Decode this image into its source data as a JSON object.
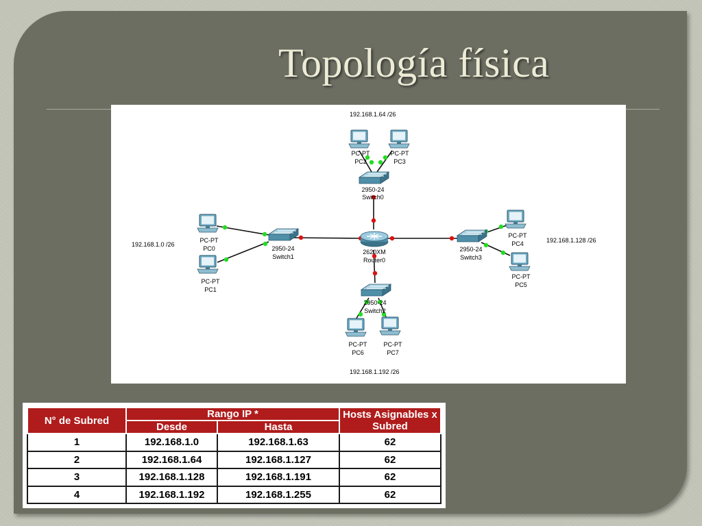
{
  "slide": {
    "title": "Topología física"
  },
  "topology": {
    "subnet_labels": {
      "top": "192.168.1.64  /26",
      "left": "192.168.1.0  /26",
      "right": "192.168.1.128  /26",
      "bottom": "192.168.1.192 /26"
    },
    "devices": {
      "router0": {
        "model": "2620XM",
        "name": "Router0"
      },
      "switch0": {
        "model": "2950-24",
        "name": "Switch0"
      },
      "switch1": {
        "model": "2950-24",
        "name": "Switch1"
      },
      "switch2": {
        "model": "2950-24",
        "name": "Switch2"
      },
      "switch3": {
        "model": "2950-24",
        "name": "Switch3"
      },
      "pc0": {
        "model": "PC-PT",
        "name": "PC0"
      },
      "pc1": {
        "model": "PC-PT",
        "name": "PC1"
      },
      "pc2": {
        "model": "PC-PT",
        "name": "PC2"
      },
      "pc3": {
        "model": "PC-PT",
        "name": "PC3"
      },
      "pc4": {
        "model": "PC-PT",
        "name": "PC4"
      },
      "pc5": {
        "model": "PC-PT",
        "name": "PC5"
      },
      "pc6": {
        "model": "PC-PT",
        "name": "PC6"
      },
      "pc7": {
        "model": "PC-PT",
        "name": "PC7"
      }
    },
    "colors": {
      "link": "#111111",
      "port_up": "#22dd22",
      "port_down": "#dd1111",
      "device": "#4f8fa8"
    }
  },
  "subnet_table": {
    "header_subnet": "N° de Subred",
    "header_range": "Rango IP *",
    "header_hosts": "Hosts  Asignables x Subred",
    "header_from": "Desde",
    "header_to": "Hasta",
    "rows": [
      {
        "subnet": "1",
        "from": "192.168.1.0",
        "to": "192.168.1.63",
        "hosts": "62"
      },
      {
        "subnet": "2",
        "from": "192.168.1.64",
        "to": "192.168.1.127",
        "hosts": "62"
      },
      {
        "subnet": "3",
        "from": "192.168.1.128",
        "to": "192.168.1.191",
        "hosts": "62"
      },
      {
        "subnet": "4",
        "from": "192.168.1.192",
        "to": "192.168.1.255",
        "hosts": "62"
      }
    ],
    "colors": {
      "header_bg": "#b01c1c",
      "header_text": "#ffffff"
    }
  }
}
